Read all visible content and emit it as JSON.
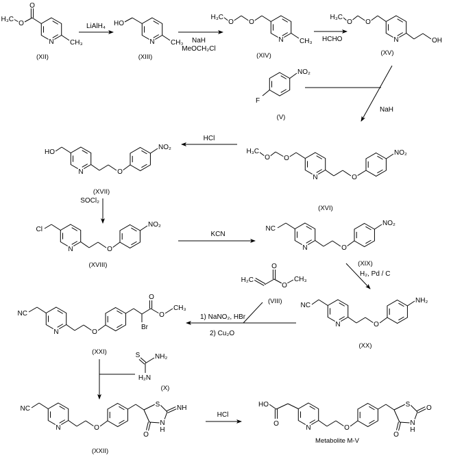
{
  "compounds": {
    "XII": {
      "label": "(XII)",
      "atoms": [
        "H₃C",
        "O",
        "O",
        "N",
        "CH₃"
      ]
    },
    "XIII": {
      "label": "(XIII)",
      "atoms": [
        "HO",
        "N",
        "CH₃"
      ]
    },
    "XIV": {
      "label": "(XIV)",
      "atoms": [
        "H₃C",
        "O",
        "O",
        "N",
        "CH₃"
      ]
    },
    "XV": {
      "label": "(XV)",
      "atoms": [
        "H₃C",
        "O",
        "O",
        "N",
        "OH"
      ]
    },
    "V": {
      "label": "(V)",
      "atoms": [
        "F",
        "NO₂"
      ]
    },
    "XVI": {
      "label": "(XVI)",
      "atoms": [
        "H₃C",
        "O",
        "O",
        "N",
        "O",
        "NO₂"
      ]
    },
    "XVII": {
      "label": "(XVII)",
      "atoms": [
        "HO",
        "N",
        "O",
        "NO₂"
      ]
    },
    "XVIII": {
      "label": "(XVIII)",
      "atoms": [
        "Cl",
        "N",
        "O",
        "NO₂"
      ]
    },
    "XIX": {
      "label": "(XIX)",
      "atoms": [
        "NC",
        "N",
        "O",
        "NO₂"
      ]
    },
    "VIII": {
      "label": "(VIII)",
      "atoms": [
        "H₂C",
        "O",
        "O",
        "CH₃"
      ]
    },
    "XX": {
      "label": "(XX)",
      "atoms": [
        "NC",
        "N",
        "O",
        "NH₂"
      ]
    },
    "XXI": {
      "label": "(XXI)",
      "atoms": [
        "NC",
        "N",
        "O",
        "Br",
        "O",
        "O",
        "CH₃"
      ]
    },
    "X": {
      "label": "(X)",
      "atoms": [
        "S",
        "NH₂",
        "H₂N"
      ]
    },
    "XXII": {
      "label": "(XXII)",
      "atoms": [
        "NC",
        "N",
        "O",
        "S",
        "NH",
        "N",
        "H",
        "O"
      ]
    },
    "MV": {
      "label": "Metabolite M-V",
      "atoms": [
        "HO",
        "O",
        "N",
        "O",
        "S",
        "O",
        "N",
        "H",
        "O"
      ]
    }
  },
  "reagents": {
    "r1": [
      "LiAlH₄"
    ],
    "r2": [
      "NaH",
      "MeOCH₂Cl"
    ],
    "r3": [
      "HCHO"
    ],
    "r4": [
      "NaH"
    ],
    "r5": [
      "HCl"
    ],
    "r6": [
      "SOCl₂"
    ],
    "r7": [
      "KCN"
    ],
    "r8": [
      "H₂, Pd / C"
    ],
    "r9": [
      "1) NaNO₂, HBr",
      "2) Cu₂O"
    ],
    "r10": [
      "HCl"
    ]
  }
}
